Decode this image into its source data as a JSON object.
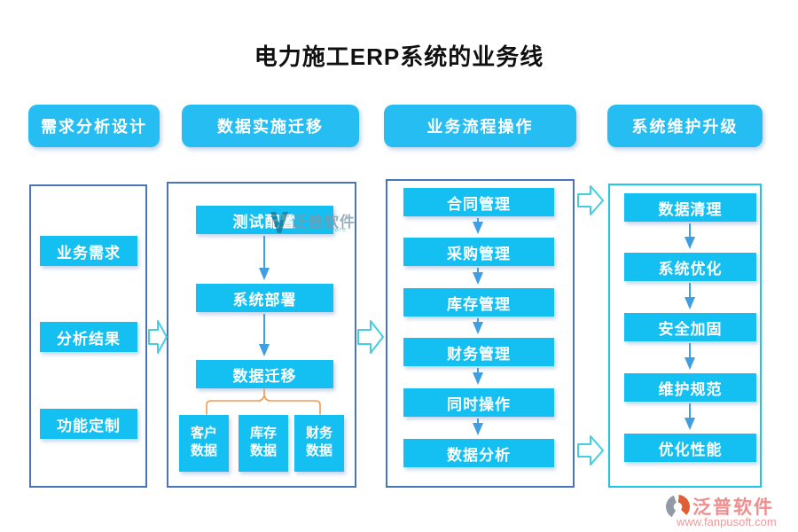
{
  "title": "电力施工ERP系统的业务线",
  "columns": [
    {
      "header": "需求分析设计",
      "items": [
        "业务需求",
        "分析结果",
        "功能定制"
      ]
    },
    {
      "header": "数据实施迁移",
      "items": [
        "测试配置",
        "系统部署",
        "数据迁移"
      ],
      "sub_items": [
        "客户数据",
        "库存数据",
        "财务数据"
      ]
    },
    {
      "header": "业务流程操作",
      "items": [
        "合同管理",
        "采购管理",
        "库存管理",
        "财务管理",
        "同时操作",
        "数据分析"
      ]
    },
    {
      "header": "系统维护升级",
      "items": [
        "数据清理",
        "系统优化",
        "安全加固",
        "维护规范",
        "优化性能"
      ]
    }
  ],
  "watermark_inline": {
    "brand": "泛普软件",
    "subtitle": "fanpu software"
  },
  "watermark_footer": {
    "brand": "泛普软件",
    "url": "www.fanpusoft.com"
  },
  "colors": {
    "node_fill": "#14c0f2",
    "header_fill": "#26bdf2",
    "column_border_blue": "#4a74b8",
    "column_border_cyan": "#1cc8e6",
    "flow_arrow": "#3f9fe0",
    "branch_connector": "#f09a55",
    "block_arrow_outline": "#45cde2",
    "watermark_text": "#f08e8e",
    "title_text": "#101010"
  }
}
